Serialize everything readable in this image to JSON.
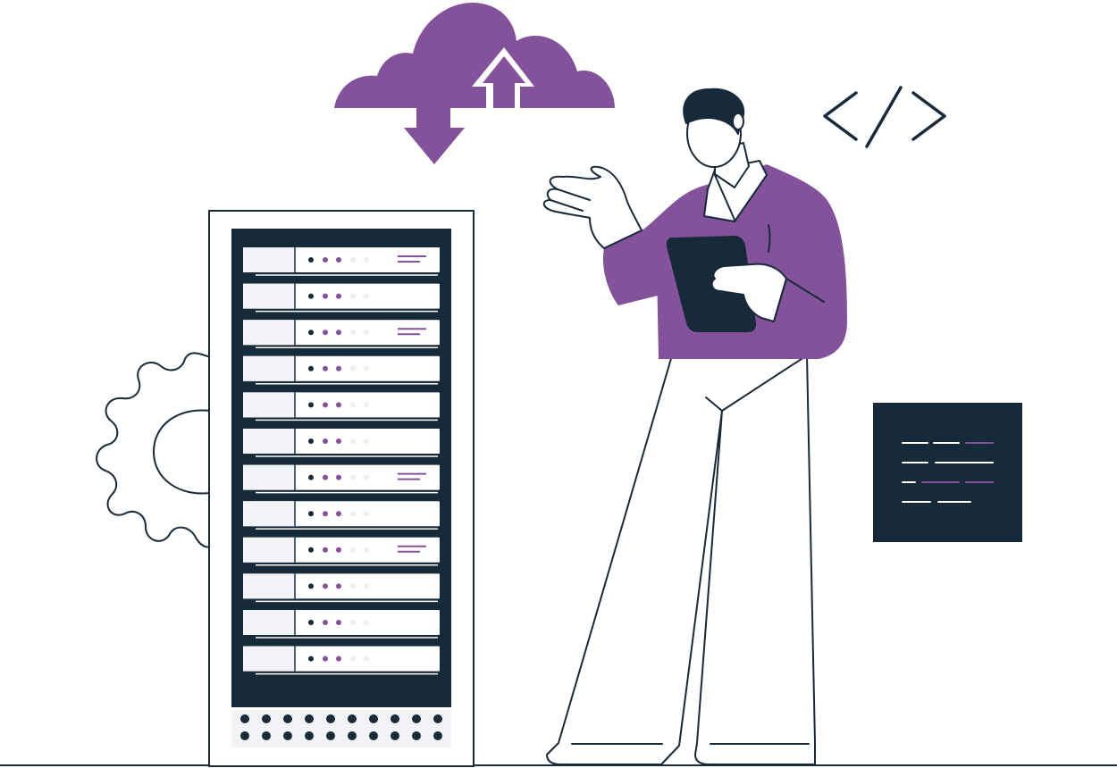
{
  "colors": {
    "purple": "#83529a",
    "navy": "#172a3a",
    "white": "#ffffff",
    "line": "#172a3a",
    "panel_light": "#f2f3f6",
    "status_light": "#eceef2"
  },
  "icons": {
    "cloud": "cloud-sync-icon",
    "code": "code-brackets-icon",
    "gear": "gear-icon",
    "code_panel": "code-editor-icon",
    "tablet": "tablet-icon"
  },
  "server_rack": {
    "unit_count": 12,
    "units_with_label_lines": [
      0,
      2,
      6,
      8
    ],
    "vent_rows": 2,
    "vent_cols": 10
  }
}
